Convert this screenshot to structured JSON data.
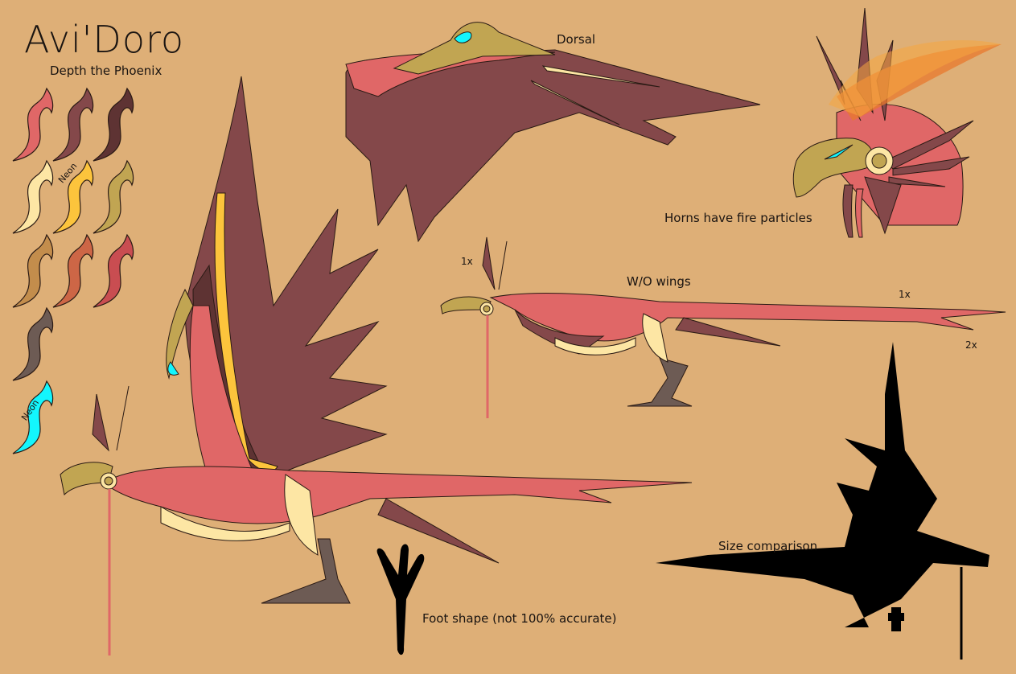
{
  "sheet": {
    "title": "Avi'Doro",
    "subtitle": "Depth the Phoenix",
    "background_color": "#deaf77"
  },
  "palette": {
    "swatches": [
      {
        "color": "#e06767",
        "tag": ""
      },
      {
        "color": "#84484a",
        "tag": ""
      },
      {
        "color": "#5e3333",
        "tag": ""
      },
      {
        "color": "#fde6a4",
        "tag": ""
      },
      {
        "color": "#fcc43c",
        "tag": "Neon"
      },
      {
        "color": "#c1a552",
        "tag": ""
      },
      {
        "color": "#c38d4c",
        "tag": ""
      },
      {
        "color": "#cd6646",
        "tag": ""
      },
      {
        "color": "#c94d51",
        "tag": ""
      },
      {
        "color": "#6d5b54",
        "tag": ""
      },
      {
        "color": "#13f6fd",
        "tag": "Neon"
      }
    ]
  },
  "views": {
    "dorsal": {
      "label": "Dorsal"
    },
    "head": {
      "label": "Horns have fire particles"
    },
    "wingless": {
      "label": "W/O wings",
      "annotations": [
        "1x",
        "1x",
        "2x"
      ]
    },
    "main_side": {
      "label": ""
    },
    "foot": {
      "label": "Foot shape (not 100% accurate)"
    },
    "size": {
      "label": "Size comparison"
    }
  }
}
